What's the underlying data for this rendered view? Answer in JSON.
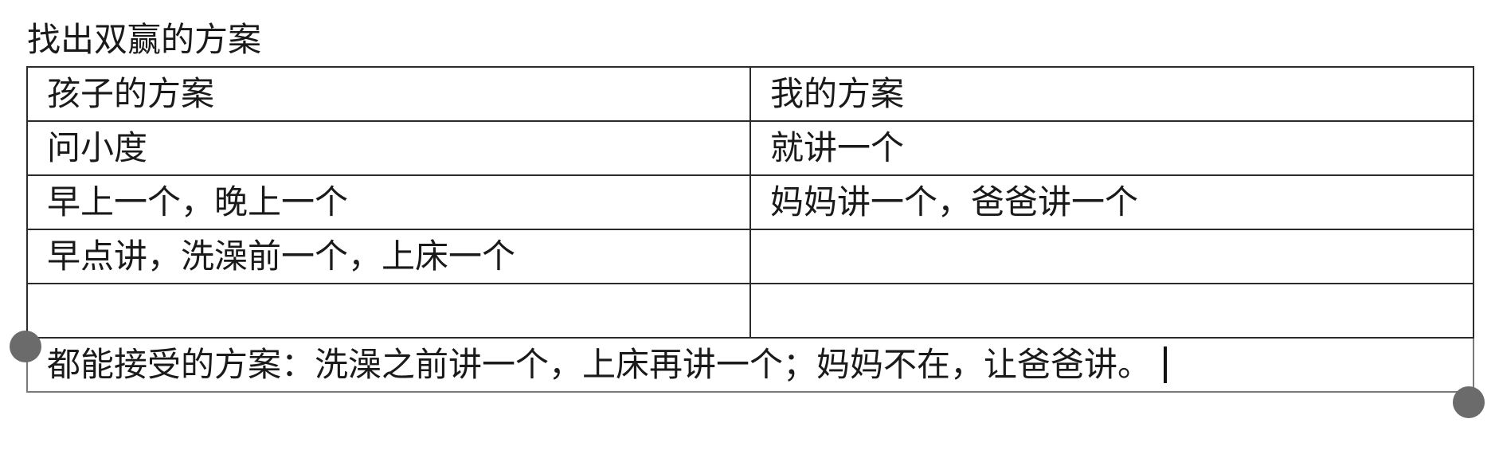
{
  "document": {
    "title": "找出双赢的方案"
  },
  "table": {
    "header": {
      "child_plan": "孩子的方案",
      "my_plan": "我的方案"
    },
    "rows": [
      {
        "child": "问小度",
        "mine": "就讲一个"
      },
      {
        "child": "早上一个，晚上一个",
        "mine": "妈妈讲一个，爸爸讲一个"
      },
      {
        "child": "早点讲，洗澡前一个，上床一个",
        "mine": ""
      },
      {
        "child": "",
        "mine": ""
      }
    ],
    "summary": "都能接受的方案：洗澡之前讲一个，上床再讲一个；妈妈不在，让爸爸讲。"
  },
  "selection": {
    "handles": [
      "selection-start-handle",
      "selection-end-handle"
    ]
  }
}
